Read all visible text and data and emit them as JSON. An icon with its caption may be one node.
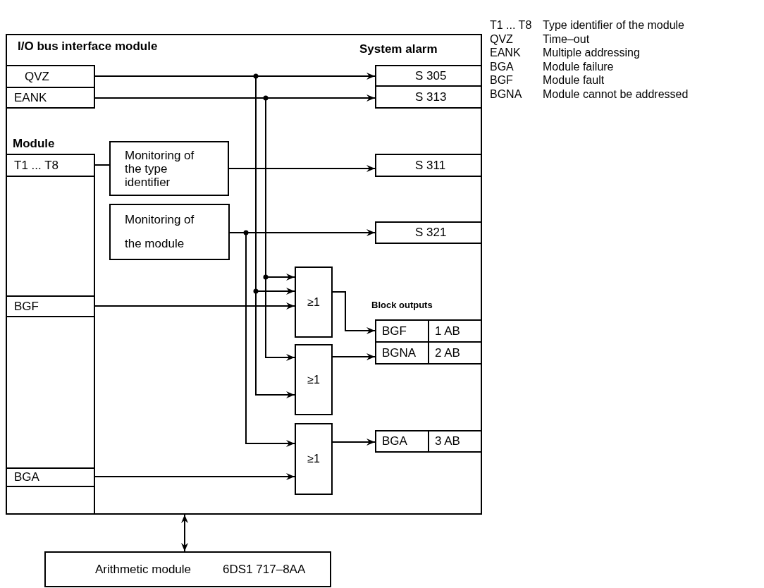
{
  "diagram": {
    "nodes": [
      {
        "text": [
          "I/O bus interface module"
        ]
      },
      {
        "text": [
          "QVZ"
        ],
        "in": 0
      },
      {
        "text": [
          "EANK"
        ],
        "in": 0
      },
      {
        "text": [
          "Module"
        ],
        "in": 0
      },
      {
        "text": [
          "T1 ... T8"
        ],
        "in": 3
      },
      {
        "text": [
          "Monitoring of the type identifier"
        ],
        "in": 0
      },
      {
        "text": [
          "Monitoring of the module"
        ],
        "in": 0
      },
      {
        "text": [
          "BGF"
        ],
        "in": 3
      },
      {
        "text": [
          "BGA"
        ],
        "in": 3
      },
      {
        "text": [],
        "shape": "box",
        "in": 3
      },
      {
        "text": [
          "S 305"
        ],
        "in": 0
      },
      {
        "text": [
          "S 313"
        ],
        "in": 0
      },
      {
        "text": [
          "S 311"
        ],
        "in": 0
      },
      {
        "text": [
          "S 321"
        ],
        "in": 0
      },
      {
        "text": [
          "≥1"
        ],
        "in": 0
      },
      {
        "text": [
          "≥1"
        ],
        "in": 0
      },
      {
        "text": [
          "≥1"
        ],
        "in": 0
      },
      {
        "text": [
          "BGF",
          "1 AB"
        ],
        "in": 0
      },
      {
        "text": [
          "BGNA",
          "2 AB"
        ],
        "in": 0
      },
      {
        "text": [
          "BGA",
          "3 AB"
        ],
        "in": 0
      },
      {
        "text": [
          "Arithmetic module",
          "6DS1 717–8AA"
        ]
      }
    ],
    "edges": [
      {
        "from": 1,
        "to": 10,
        "arrow": "to"
      },
      {
        "from": 2,
        "to": 11,
        "arrow": "to"
      },
      {
        "from": 4,
        "to": 5,
        "arrow": "none"
      },
      {
        "from": 5,
        "to": 12,
        "arrow": "to"
      },
      {
        "from": 6,
        "to": 13,
        "arrow": "to"
      },
      {
        "from": 2,
        "to": 14,
        "arrow": "to"
      },
      {
        "from": 1,
        "to": 14,
        "arrow": "to"
      },
      {
        "from": 7,
        "to": 14,
        "arrow": "to"
      },
      {
        "from": 14,
        "to": 17,
        "arrow": "to"
      },
      {
        "from": 2,
        "to": 15,
        "arrow": "to"
      },
      {
        "from": 1,
        "to": 15,
        "arrow": "to"
      },
      {
        "from": 15,
        "to": 18,
        "arrow": "to"
      },
      {
        "from": 6,
        "to": 16,
        "arrow": "to"
      },
      {
        "from": 8,
        "to": 16,
        "arrow": "to"
      },
      {
        "from": 16,
        "to": 19,
        "arrow": "to"
      },
      {
        "from": 0,
        "to": 20,
        "arrow": "both"
      }
    ],
    "labels": [
      "System alarm",
      "Block outputs",
      "T1 ... T8",
      "Type identifier of the module",
      "QVZ",
      "Time–out",
      "EANK",
      "Multiple addressing",
      "BGA",
      "Module failure",
      "BGF",
      "Module fault",
      "BGNA",
      "Module cannot be addressed"
    ]
  }
}
